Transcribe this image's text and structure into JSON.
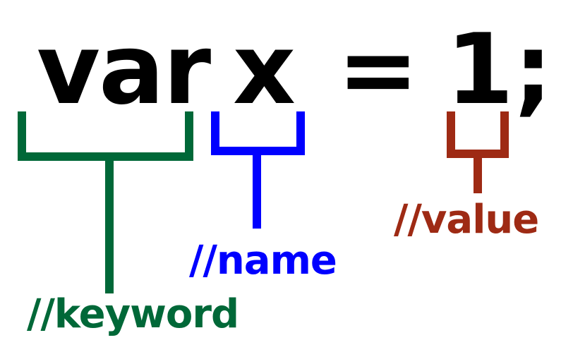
{
  "code": {
    "keyword": "var",
    "name": "x",
    "equals": "=",
    "value": "1;"
  },
  "annotations": {
    "keyword": "//keyword",
    "name": "//name",
    "value": "//value"
  },
  "colors": {
    "keyword": "#006838",
    "name": "#0000ff",
    "value": "#9e2a14",
    "code": "#000000"
  }
}
